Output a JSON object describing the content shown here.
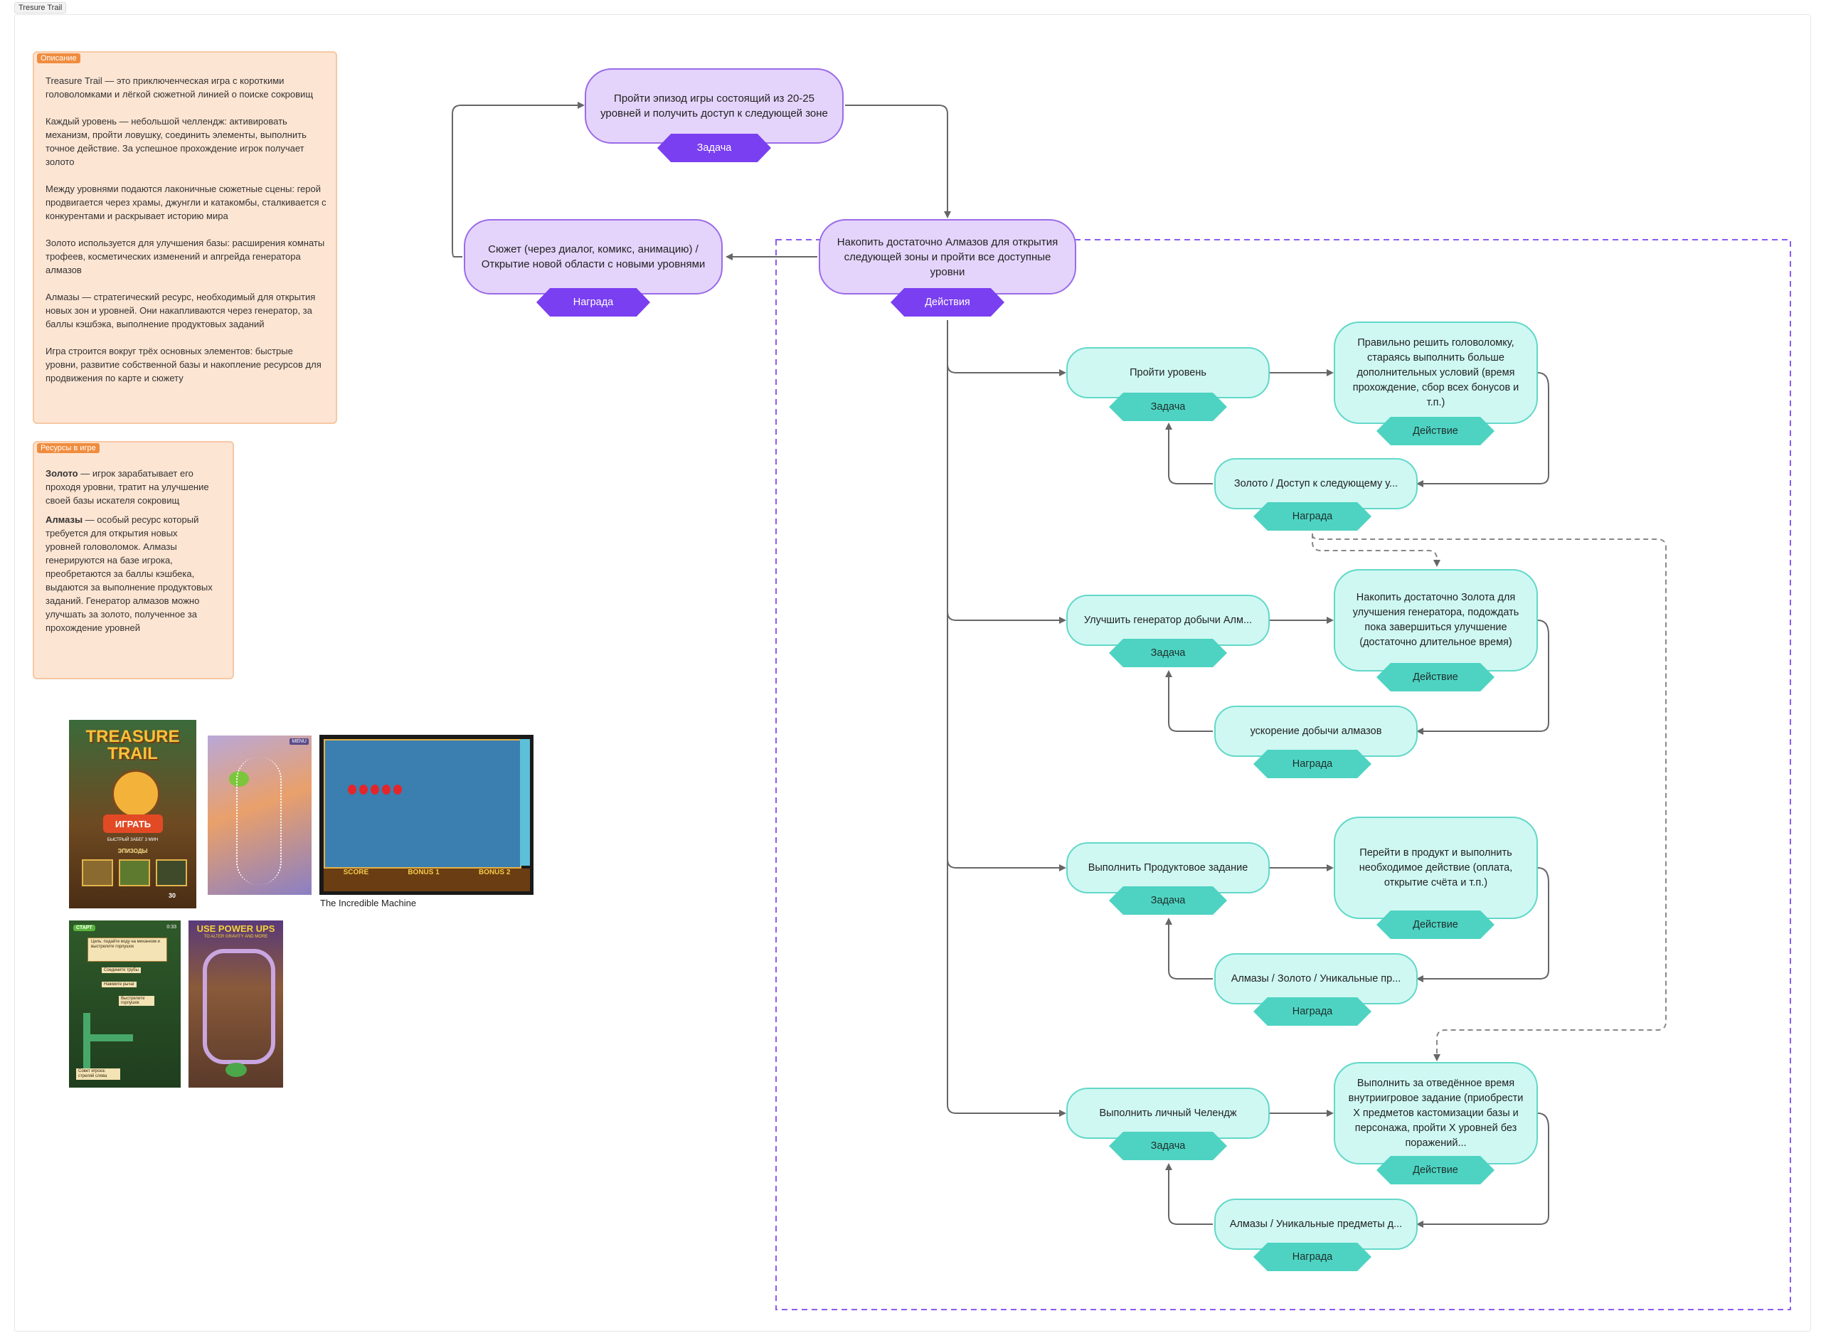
{
  "frame": {
    "title": "Tresure Trail"
  },
  "description_note": {
    "tag": "Описание",
    "paragraphs": [
      "Treasure Trail — это приключенческая игра с короткими головоломками и лёгкой сюжетной линией о поиске сокровищ",
      "Каждый уровень — небольшой челлендж: активировать механизм, пройти ловушку, соединить элементы, выполнить точное действие. За успешное прохождение игрок получает золото",
      "Между уровнями подаются лаконичные сюжетные сцены: герой продвигается через храмы, джунгли и катакомбы, сталкивается с конкурентами и раскрывает историю мира",
      "Золото используется для улучшения базы: расширения комнаты трофеев, косметических изменений и апгрейда генератора алмазов",
      "Алмазы — стратегический ресурс, необходимый для открытия новых зон и уровней. Они накапливаются через генератор, за баллы кэшбэка, выполнение продуктовых заданий",
      "Игра строится вокруг трёх основных элементов: быстрые уровни, развитие собственной базы и накопление ресурсов для продвижения по карте и сюжету"
    ]
  },
  "resources_note": {
    "tag": "Ресурсы в игре",
    "gold_bold": "Золото",
    "gold_text": " — игрок зарабатывает его проходя уровни, тратит на улучшение своей базы искателя сокровищ",
    "diamonds_bold": "Алмазы",
    "diamonds_text": " — особый ресурс который требуется для открытия новых уровней головоломок. Алмазы генерируются на базе игрока, преобретаются за баллы кэшбека, выдаются за выполнение продуктовых заданий. Генератор алмазов можно улучшать за золото, полученное за прохождение уровней"
  },
  "images": {
    "poster_title": "TREASURE TRAIL",
    "poster_button": "ИГРАТЬ",
    "poster_sub": "БЫСТРЫЙ ЗАБЕГ 3 МИН",
    "poster_episodes": "ЭПИЗОДЫ",
    "poster_count": "30",
    "rope_menu": "MENU",
    "machine_caption": "The Incredible Machine",
    "machine_score": "SCORE",
    "machine_bonus1": "BONUS 1",
    "machine_bonus2": "BONUS 2",
    "pipes_start": "СТАРТ",
    "pipes_time": "0:33",
    "pipes_goal": "Цель: подайте воду на механизм и выстрелите горлушок",
    "pipes_step1": "Соедините трубы",
    "pipes_step2": "Нажмите рычаг",
    "pipes_step3": "Выстрелите горлушок",
    "pipes_tip": "Совет игрока: стреляй слева",
    "powerups_banner": "USE POWER UPS",
    "powerups_sub": "TO ALTER GRAVITY AND MORE"
  },
  "flow": {
    "top_task": {
      "text": "Пройти эпизод игры состоящий из 20-25 уровней и получить доступ к следующей зоне",
      "tag": "Задача"
    },
    "story_reward": {
      "text": "Сюжет (через диалог, комикс, анимацию) / Открытие новой области с новыми уровнями",
      "tag": "Награда"
    },
    "main_action": {
      "text": "Накопить достаточно Алмазов для открытия следующей зоны и пройти все доступные уровни",
      "tag": "Действия"
    },
    "loops": [
      {
        "task": "Пройти уровень",
        "task_tag": "Задача",
        "action": "Правильно решить головоломку, стараясь выполнить больше дополнительных условий (время прохождение, сбор всех бонусов и т.п.)",
        "action_tag": "Действие",
        "reward": "Золото / Доступ к следующему у...",
        "reward_tag": "Награда"
      },
      {
        "task": "Улучшить генератор добычи Алм...",
        "task_tag": "Задача",
        "action": "Накопить достаточно Золота для улучшения генератора, подождать пока завершиться улучшение (достаточно длительное время)",
        "action_tag": "Действие",
        "reward": "ускорение добычи алмазов",
        "reward_tag": "Награда"
      },
      {
        "task": "Выполнить Продуктовое задание",
        "task_tag": "Задача",
        "action": "Перейти в продукт и выполнить необходимое действие (оплата, открытие счёта и т.п.)",
        "action_tag": "Действие",
        "reward": "Алмазы / Золото / Уникальные пр...",
        "reward_tag": "Награда"
      },
      {
        "task": "Выполнить личный Челендж",
        "task_tag": "Задача",
        "action": "Выполнить за отведённое время внутриигровое задание (приобрести Х предметов кастомизации базы и персонажа, пройти Х уровней без поражений...",
        "action_tag": "Действие",
        "reward": "Алмазы / Уникальные предметы д...",
        "reward_tag": "Награда"
      }
    ]
  },
  "colors": {
    "purple_fill": "#e4d4fb",
    "purple_border": "#9b6be8",
    "purple_tag": "#7a3ff0",
    "teal_fill": "#cff8f3",
    "teal_border": "#63d8c9",
    "teal_tag": "#4ed3c2",
    "note_fill": "#fde5d3",
    "note_tag": "#f08c3e"
  }
}
